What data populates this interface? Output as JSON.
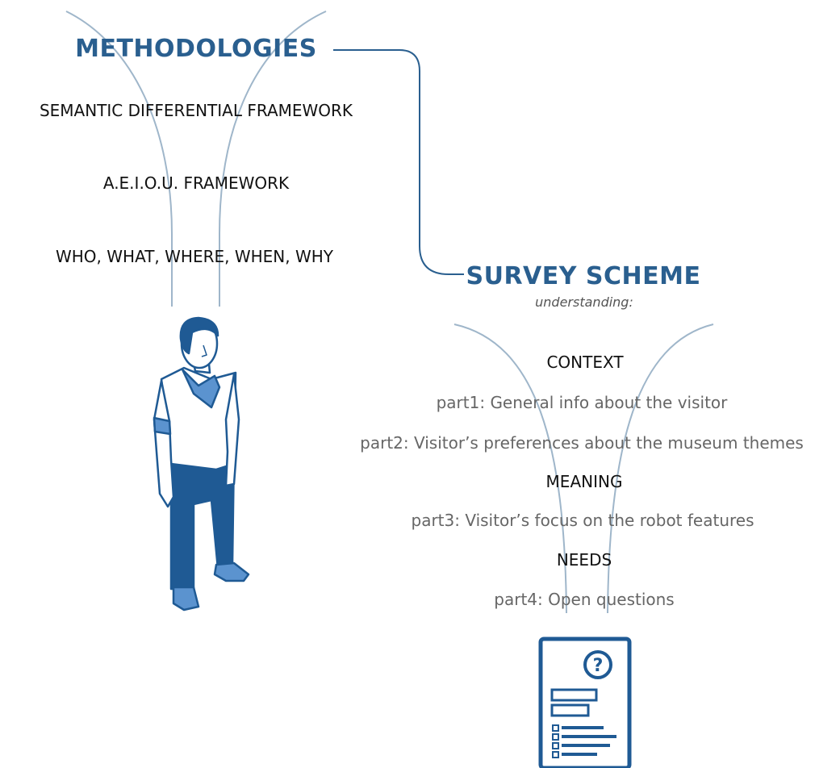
{
  "methodologies": {
    "title": "METHODOLOGIES",
    "items": [
      "SEMANTIC DIFFERENTIAL FRAMEWORK",
      "A.E.I.O.U. FRAMEWORK",
      "WHO, WHAT, WHERE, WHEN, WHY"
    ]
  },
  "survey": {
    "title": "SURVEY SCHEME",
    "subtitle": "understanding:",
    "sections": [
      {
        "name": "CONTEXT",
        "parts": [
          "part1: General info about the visitor",
          "part2: Visitor’s preferences about the museum themes"
        ]
      },
      {
        "name": "MEANING",
        "parts": [
          "part3: Visitor’s focus on the robot features"
        ]
      },
      {
        "name": "NEEDS",
        "parts": [
          "part4: Open questions"
        ]
      }
    ]
  },
  "icons": {
    "person": "person-icon",
    "survey_form": "survey-form-icon",
    "question_mark": "?"
  },
  "colors": {
    "accent": "#2a5f8f",
    "line": "#9fb6ca",
    "figure_dark": "#1f5a94",
    "figure_light": "#5b93cf",
    "muted_text": "#666666"
  }
}
